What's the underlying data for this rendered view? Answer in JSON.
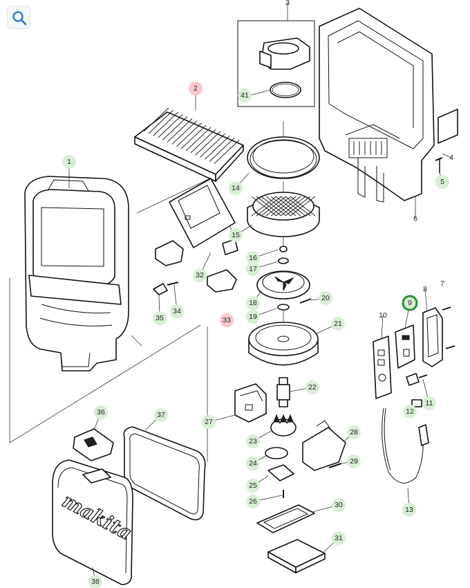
{
  "toolbar": {
    "search_icon": "search-icon"
  },
  "diagram": {
    "logo_text": "makita",
    "callouts": [
      {
        "id": "p1",
        "label": "1",
        "style": "green"
      },
      {
        "id": "p2",
        "label": "2",
        "style": "red"
      },
      {
        "id": "p3",
        "label": "3",
        "style": "plain"
      },
      {
        "id": "p4",
        "label": "4",
        "style": "plain"
      },
      {
        "id": "p5",
        "label": "5",
        "style": "green"
      },
      {
        "id": "p6",
        "label": "6",
        "style": "plain"
      },
      {
        "id": "p7",
        "label": "7",
        "style": "plain"
      },
      {
        "id": "p8",
        "label": "8",
        "style": "plain"
      },
      {
        "id": "p9",
        "label": "9",
        "style": "selected"
      },
      {
        "id": "p10",
        "label": "10",
        "style": "plain"
      },
      {
        "id": "p11",
        "label": "11",
        "style": "green"
      },
      {
        "id": "p12",
        "label": "12",
        "style": "green"
      },
      {
        "id": "p13",
        "label": "13",
        "style": "green"
      },
      {
        "id": "p14",
        "label": "14",
        "style": "green"
      },
      {
        "id": "p15",
        "label": "15",
        "style": "green"
      },
      {
        "id": "p16",
        "label": "16",
        "style": "green"
      },
      {
        "id": "p17",
        "label": "17",
        "style": "green"
      },
      {
        "id": "p18",
        "label": "18",
        "style": "green"
      },
      {
        "id": "p19",
        "label": "19",
        "style": "green"
      },
      {
        "id": "p20",
        "label": "20",
        "style": "green"
      },
      {
        "id": "p21",
        "label": "21",
        "style": "green"
      },
      {
        "id": "p22",
        "label": "22",
        "style": "green"
      },
      {
        "id": "p23",
        "label": "23",
        "style": "green"
      },
      {
        "id": "p24",
        "label": "24",
        "style": "green"
      },
      {
        "id": "p25",
        "label": "25",
        "style": "green"
      },
      {
        "id": "p26",
        "label": "26",
        "style": "green"
      },
      {
        "id": "p27",
        "label": "27",
        "style": "green"
      },
      {
        "id": "p28",
        "label": "28",
        "style": "green"
      },
      {
        "id": "p29",
        "label": "29",
        "style": "green"
      },
      {
        "id": "p30",
        "label": "30",
        "style": "green"
      },
      {
        "id": "p31",
        "label": "31",
        "style": "green"
      },
      {
        "id": "p32",
        "label": "32",
        "style": "green"
      },
      {
        "id": "p33",
        "label": "33",
        "style": "red"
      },
      {
        "id": "p34",
        "label": "34",
        "style": "green"
      },
      {
        "id": "p35",
        "label": "35",
        "style": "green"
      },
      {
        "id": "p36",
        "label": "36",
        "style": "green"
      },
      {
        "id": "p37",
        "label": "37",
        "style": "green"
      },
      {
        "id": "p38",
        "label": "38",
        "style": "green"
      },
      {
        "id": "p41",
        "label": "41",
        "style": "green"
      }
    ],
    "colors": {
      "green_bubble": "#d8eed5",
      "red_bubble": "#f7c9cc",
      "selected_ring": "#2a8f3b"
    }
  }
}
